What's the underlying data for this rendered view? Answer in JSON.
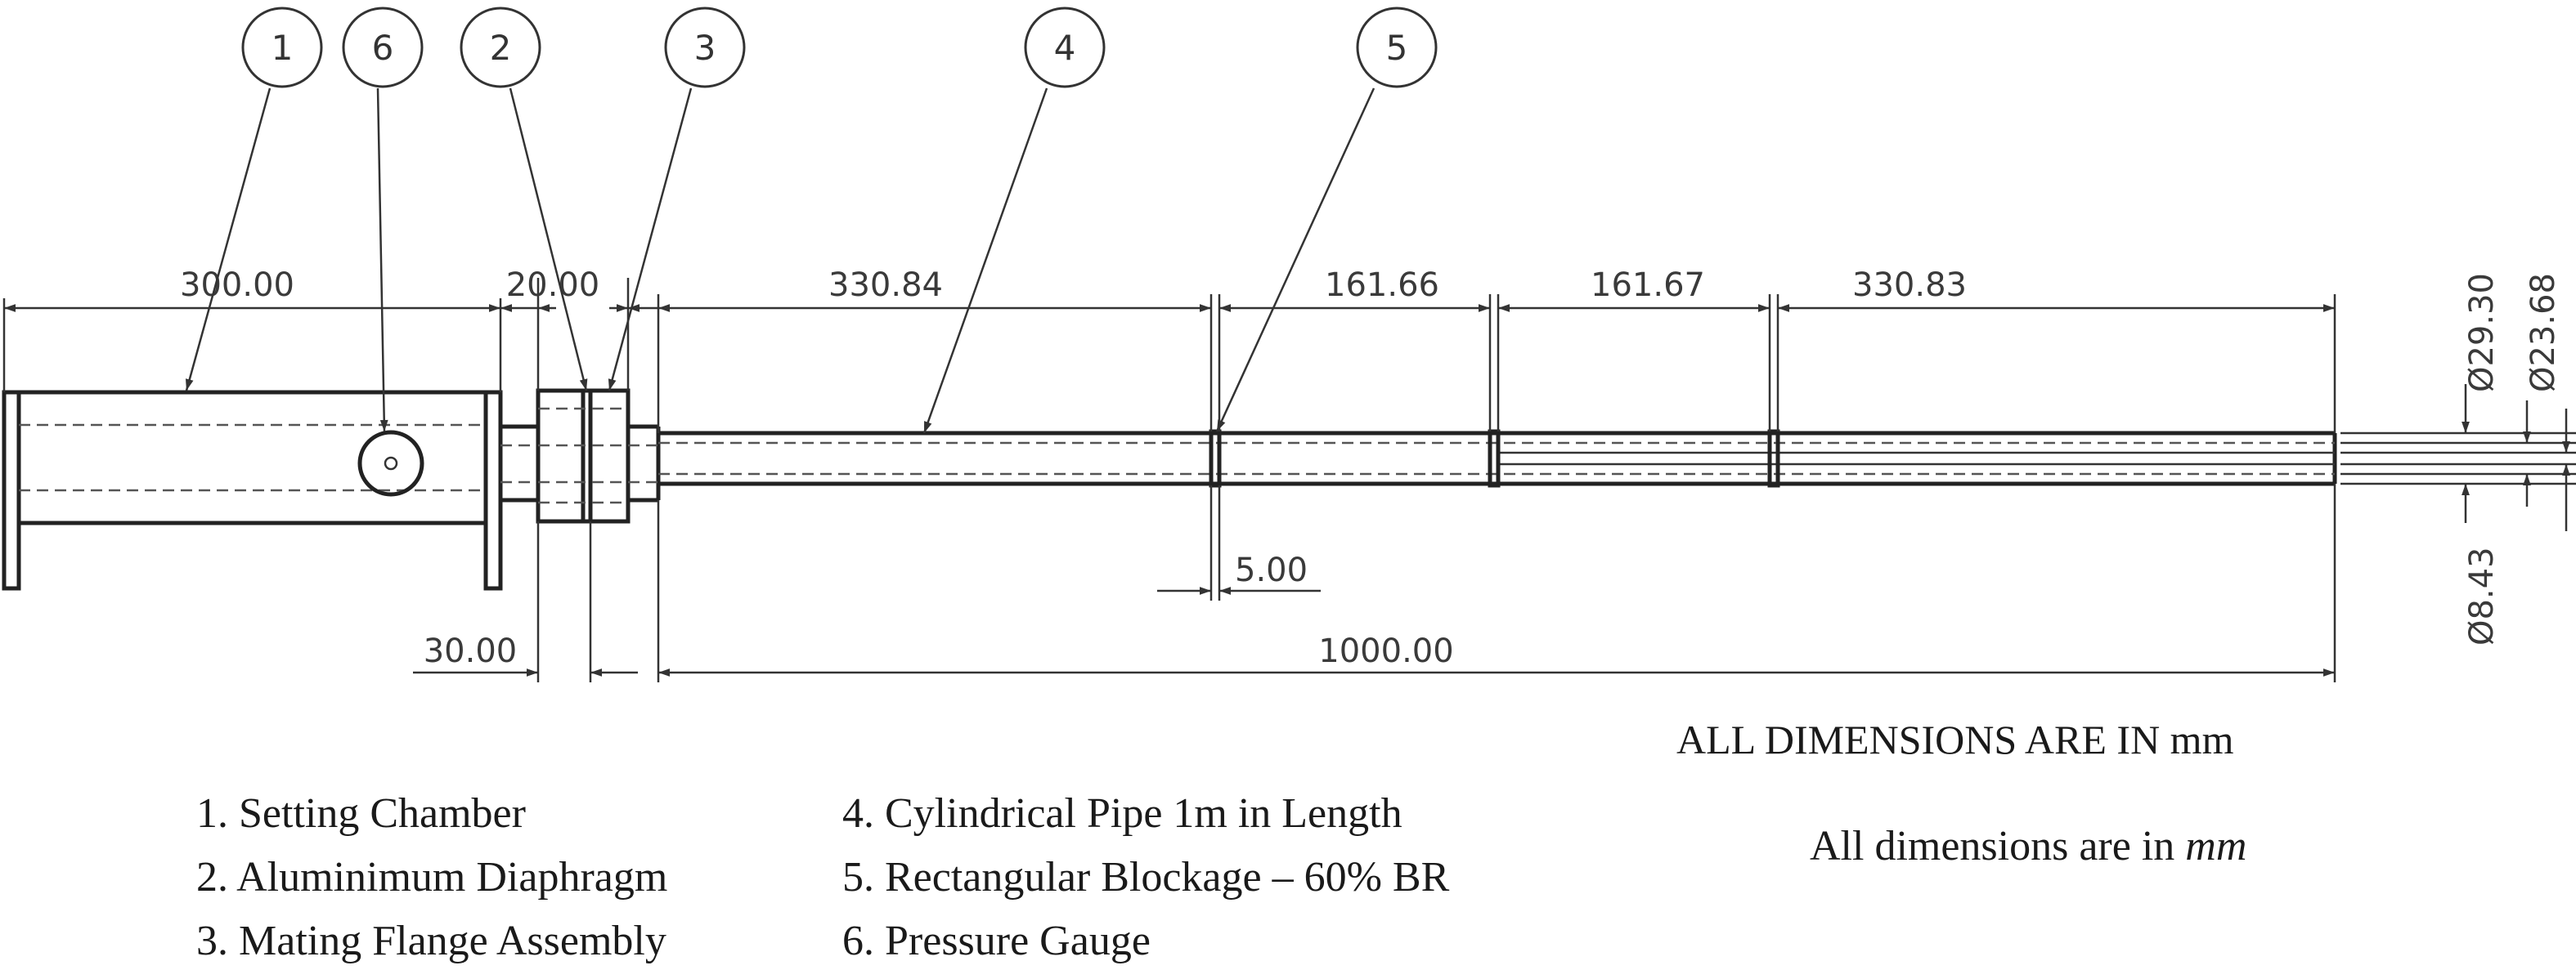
{
  "balloons": [
    "1",
    "6",
    "2",
    "3",
    "4",
    "5"
  ],
  "dimensions": {
    "setting_chamber_length": "300.00",
    "flange_gap": "20.00",
    "pipe_segment_a": "330.84",
    "pipe_segment_b": "161.66",
    "pipe_segment_c": "161.67",
    "pipe_segment_d": "330.83",
    "flange_width": "30.00",
    "blockage_width": "5.00",
    "pipe_length": "1000.00",
    "outer_diameter": "Ø29.30",
    "inner_diameter": "Ø23.68",
    "blockage_opening": "Ø8.43"
  },
  "note_upper": "ALL DIMENSIONS ARE IN mm",
  "legend": [
    "1. Setting Chamber",
    "2. Aluminimum Diaphragm",
    "3. Mating Flange Assembly",
    "4. Cylindrical Pipe 1m in Length",
    "5. Rectangular Blockage – 60% BR",
    "6. Pressure Gauge"
  ],
  "note_lower_prefix": "All dimensions are in ",
  "note_lower_unit": "mm"
}
